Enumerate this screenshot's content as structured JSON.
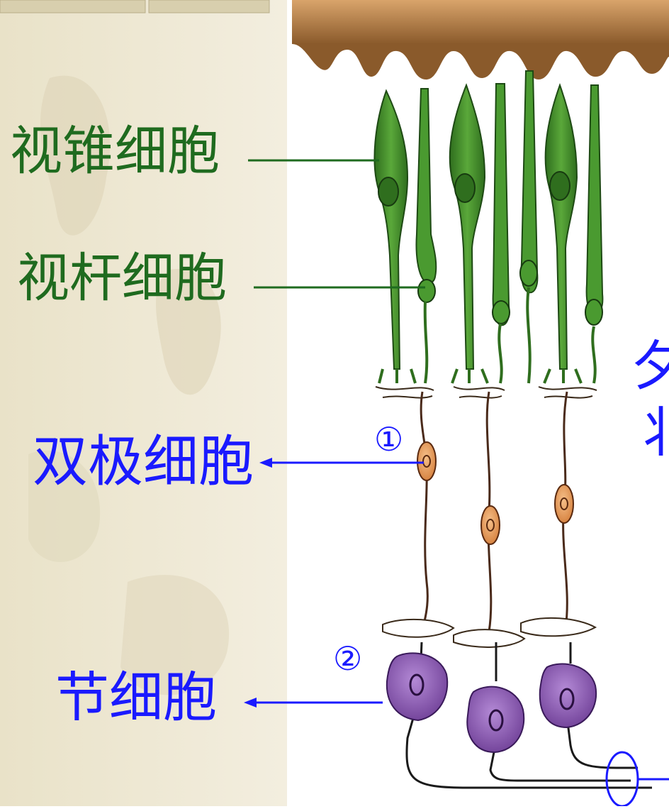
{
  "labels": {
    "cone_cell": "视锥细胞",
    "rod_cell": "视杆细胞",
    "bipolar_cell": "双极细胞",
    "ganglion_cell": "节细胞",
    "marker_1": "①",
    "marker_2": "②",
    "cut_text_top": "夕",
    "cut_text_bottom": "丬"
  },
  "colors": {
    "photoreceptor_label": "#1f6b1f",
    "neuron_label": "#1a1aff",
    "receptor_cell": "#3f8f2a",
    "bipolar_cell": "#e39a55",
    "ganglion_cell": "#8b55b3",
    "fiber": "#4a2a1a",
    "pigment_layer": "#b37a43"
  }
}
